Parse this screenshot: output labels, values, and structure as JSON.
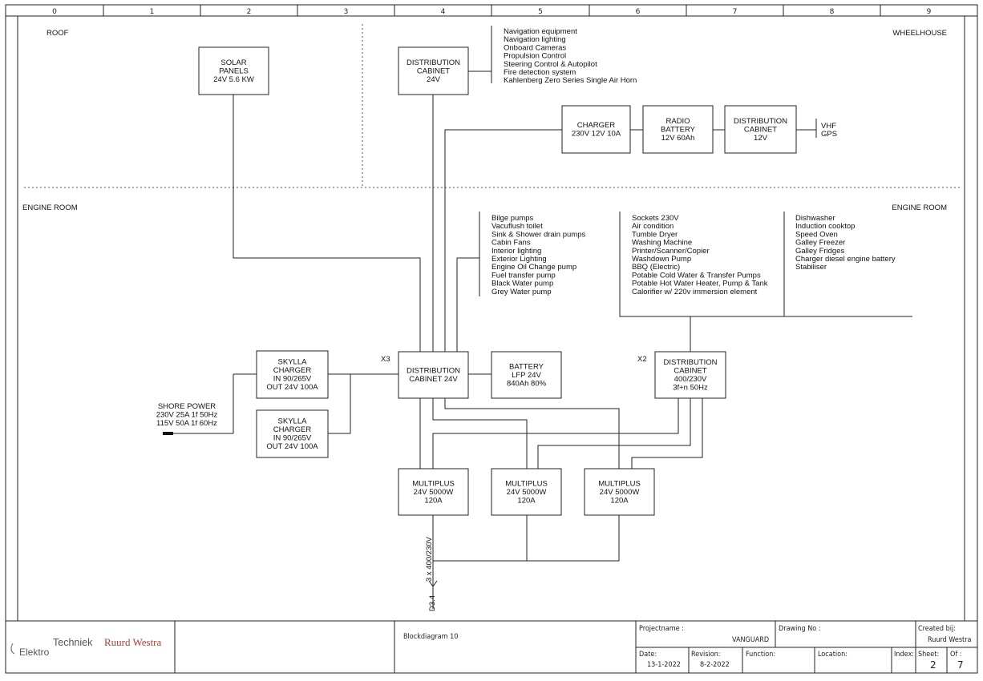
{
  "grid": [
    "0",
    "1",
    "2",
    "3",
    "4",
    "5",
    "6",
    "7",
    "8",
    "9"
  ],
  "zones": {
    "roof": "ROOF",
    "wheelhouse": "WHEELHOUSE",
    "engine_left": "ENGINE ROOM",
    "engine_right": "ENGINE ROOM"
  },
  "boxes": {
    "solar": [
      "SOLAR",
      "PANELS",
      "24V 5.6 KW"
    ],
    "dist24_top": [
      "DISTRIBUTION",
      "CABINET",
      "24V"
    ],
    "charger": [
      "CHARGER",
      "230V 12V 10A"
    ],
    "radio_battery": [
      "RADIO",
      "BATTERY",
      "12V 60Ah"
    ],
    "dist12": [
      "DISTRIBUTION",
      "CABINET",
      "12V"
    ],
    "skylla1": [
      "SKYLLA",
      "CHARGER",
      "IN 90/265V",
      "OUT 24V 100A"
    ],
    "skylla2": [
      "SKYLLA",
      "CHARGER",
      "IN 90/265V",
      "OUT 24V 100A"
    ],
    "dist24_main": [
      "DISTRIBUTION",
      "CABINET 24V"
    ],
    "battery": [
      "BATTERY",
      "LFP 24V",
      "840Ah 80%"
    ],
    "dist400": [
      "DISTRIBUTION",
      "CABINET",
      "400/230V",
      "3f+n 50Hz"
    ],
    "multi1": [
      "MULTIPLUS",
      "24V 5000W",
      "120A"
    ],
    "multi2": [
      "MULTIPLUS",
      "24V 5000W",
      "120A"
    ],
    "multi3": [
      "MULTIPLUS",
      "24V 5000W",
      "120A"
    ]
  },
  "labels": {
    "x3": "X3",
    "x2": "X2",
    "shore": [
      "SHORE POWER",
      "230V 25A 1f 50Hz",
      "115V 50A  1f 60Hz"
    ],
    "vhf": [
      "VHF",
      "GPS"
    ],
    "out_voltage": "3 x 400/230V",
    "out_ref": "D3.4"
  },
  "lists": {
    "wheelhouse_24v": [
      "Navigation equipment",
      "Navigation lighting",
      "Onboard Cameras",
      "Propulsion Control",
      "Steering Control & Autopilot",
      "Fire detection system",
      "Kahlenberg Zero Series Single Air Horn"
    ],
    "engine_24v": [
      "Bilge pumps",
      "Vacuflush toilet",
      "Sink & Shower drain pumps",
      "Cabin Fans",
      "Interior lighting",
      "Exterior Lighting",
      "Engine Oil Change pump",
      "Fuel transfer pump",
      "Black Water pump",
      "Grey Water pump"
    ],
    "ac_230v": [
      "Sockets 230V",
      "Air condition",
      "Tumble Dryer",
      "Washing Machine",
      "Printer/Scanner/Copier",
      "Washdown Pump",
      "BBQ (Electric)",
      "Potable Cold Water & Transfer Pumps",
      "Potable Hot Water Heater, Pump & Tank",
      "Calorifier w/ 220v immersion element"
    ],
    "ac_400v": [
      "Dishwasher",
      "Induction cooktop",
      "Speed Oven",
      "Galley Freezer",
      "Galley Fridges",
      "Charger diesel engine battery",
      "Stabiliser"
    ]
  },
  "titleblock": {
    "company_a": "Techniek",
    "company_b": "Ruurd Westra",
    "company_c": "Elektro",
    "drawing_title": "Blockdiagram 10",
    "projectname_label": "Projectname :",
    "projectname": "VANGUARD",
    "drawing_no_label": "Drawing No :",
    "created_label": "Created bij:",
    "created": "Ruurd Westra",
    "date_label": "Date:",
    "date": "13-1-2022",
    "revision_label": "Revision:",
    "revision": "8-2-2022",
    "function_label": "Function:",
    "location_label": "Location:",
    "index_label": "Index:",
    "sheet_label": "Sheet:",
    "sheet": "2",
    "of_label": "Of :",
    "of": "7"
  }
}
